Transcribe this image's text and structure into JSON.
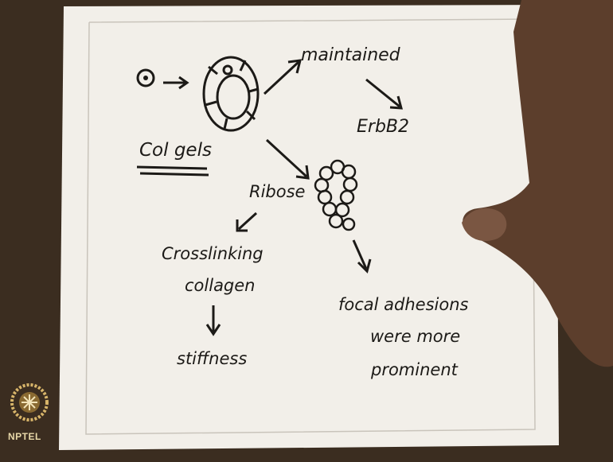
{
  "colors": {
    "paper": "#f3f0ea",
    "ink": "#1c1a17",
    "background": "#3a2c1f",
    "hand": "#6b4a36",
    "logo": "#d8b56a"
  },
  "diagram": {
    "label_left": "Col gels",
    "label_maintained": "maintained",
    "label_erbb2": "ErbB2",
    "label_ribose": "Ribose",
    "label_crosslinking": "Crosslinking",
    "label_collagen": "collagen",
    "label_stiffness": "stiffness",
    "label_focal": "focal adhesions",
    "label_were_more": "were more",
    "label_prominent": "prominent"
  },
  "logo": {
    "text": "NPTEL",
    "icon": "nptel-logo-icon"
  }
}
